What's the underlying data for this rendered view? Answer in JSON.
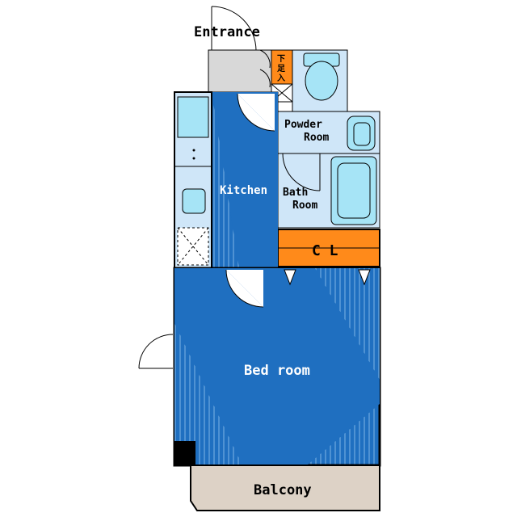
{
  "plan": {
    "labels": {
      "entrance": "Entrance",
      "kitchen": "Kitchen",
      "powder_line1": "Powder",
      "powder_line2": "Room",
      "bath_line1": "Bath",
      "bath_line2": "Room",
      "closet": "C L",
      "bedroom": "Bed room",
      "balcony": "Balcony",
      "shoe_box_1": "下",
      "shoe_box_2": "足",
      "shoe_box_3": "入"
    },
    "colors": {
      "room_blue": "#1f6fc0",
      "light_blue": "#cfe6f8",
      "fixture_cyan": "#a6e4f6",
      "closet_orange": "#ff8a1a",
      "entrance_grey": "#d8d8d8",
      "balcony_beige": "#ddd2c6",
      "wall": "#000000"
    }
  }
}
